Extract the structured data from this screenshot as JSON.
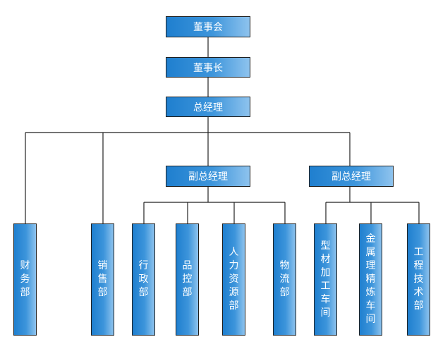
{
  "nodes": {
    "board": "董事会",
    "chairman": "董事长",
    "gm": "总经理",
    "vgm1": "副总经理",
    "vgm2": "副总经理",
    "finance": "财务部",
    "sales": "销售部",
    "admin": "行政部",
    "qc": "品控部",
    "hr": "人力资源部",
    "logistics": "物流部",
    "profile_workshop": "型材加工车间",
    "metal_workshop": "金属理精炼车间",
    "engineering": "工程技术部"
  }
}
